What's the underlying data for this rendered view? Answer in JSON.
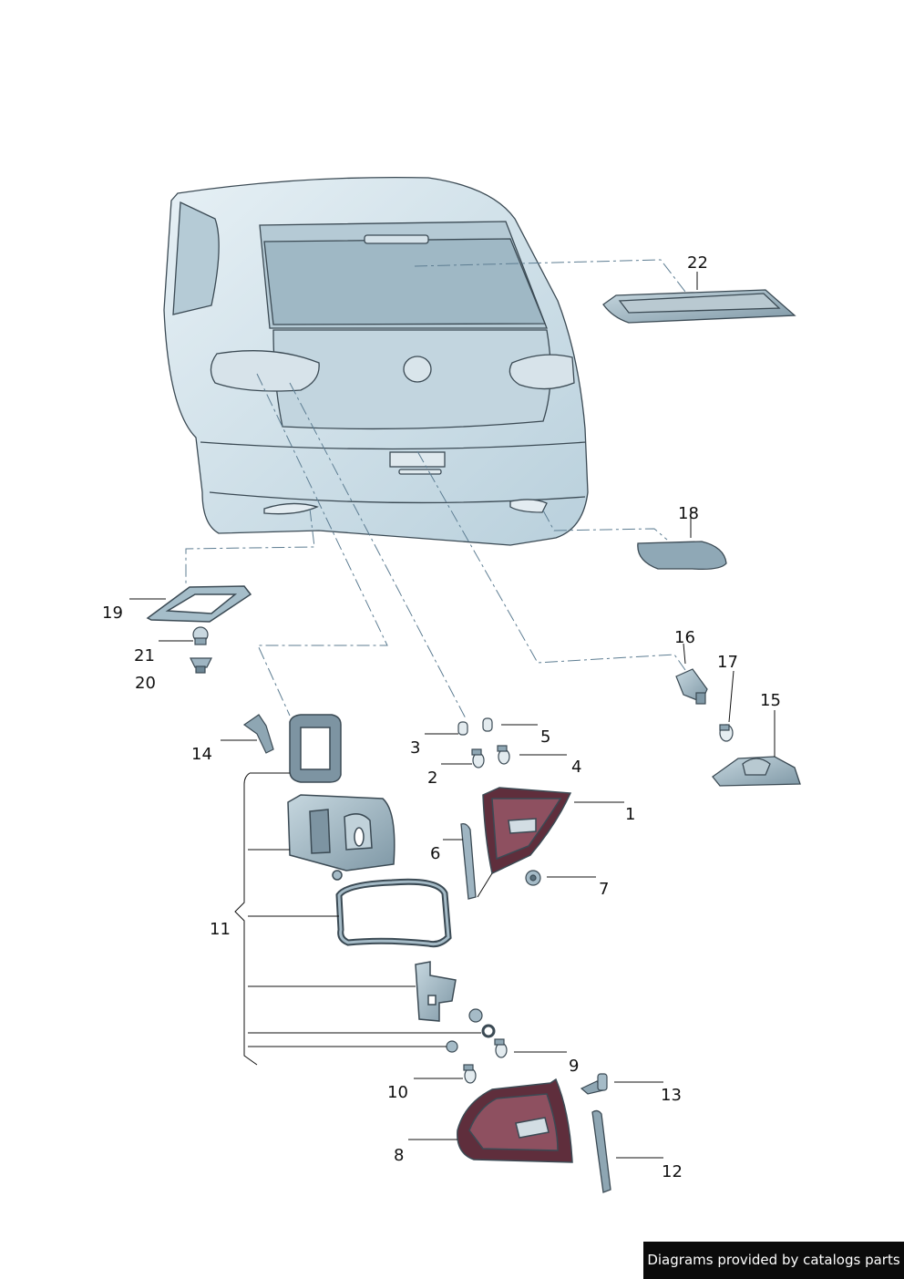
{
  "labels": {
    "l1": "1",
    "l2": "2",
    "l3": "3",
    "l4": "4",
    "l5": "5",
    "l6": "6",
    "l7": "7",
    "l8": "8",
    "l9": "9",
    "l10": "10",
    "l11": "11",
    "l12": "12",
    "l13": "13",
    "l14": "14",
    "l15": "15",
    "l16": "16",
    "l17": "17",
    "l18": "18",
    "l19": "19",
    "l20": "20",
    "l21": "21",
    "l22": "22"
  },
  "footer": {
    "credit": "Diagrams provided by catalogs parts"
  },
  "colors": {
    "vehicle_fill": "#c9dde7",
    "part_fill": "#9fb7c3",
    "outline": "#3b4a54",
    "leader": "#5d7d92"
  }
}
